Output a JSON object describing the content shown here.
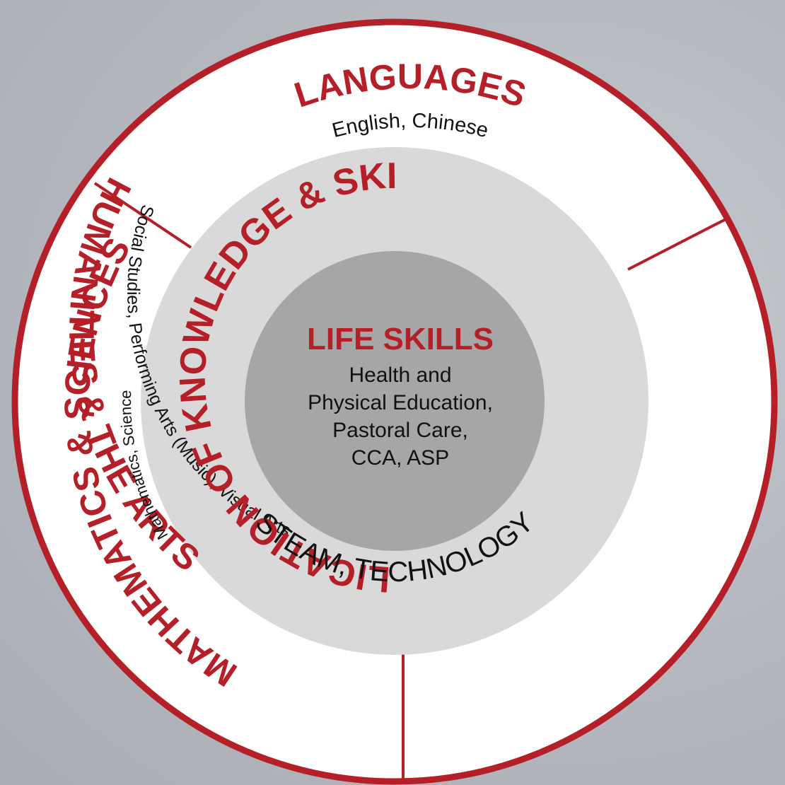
{
  "colors": {
    "accent": "#b52028",
    "outer_ring_fill": "#ffffff",
    "middle_ring_fill": "#d9d9d9",
    "core_fill": "#a6a6a6",
    "text_dark": "#111111"
  },
  "segments": {
    "languages": {
      "title": "LANGUAGES",
      "subjects": "English, Chinese"
    },
    "humanities": {
      "title": "HUMANITIES & THE ARTS",
      "subjects": "Social Studies, Performing Arts (Music), Visual Arts"
    },
    "math_sciences": {
      "title": "MATHEMATICS & SCIENCES",
      "subjects": "Mathematics, Science"
    }
  },
  "middle_ring": {
    "title": "APPLICATION OF KNOWLEDGE & SKILLS",
    "bottom_text": "STEAM, TECHNOLOGY"
  },
  "core": {
    "title": "LIFE SKILLS",
    "lines": [
      "Health and",
      "Physical Education,",
      "Pastoral Care,",
      "CCA, ASP"
    ]
  }
}
